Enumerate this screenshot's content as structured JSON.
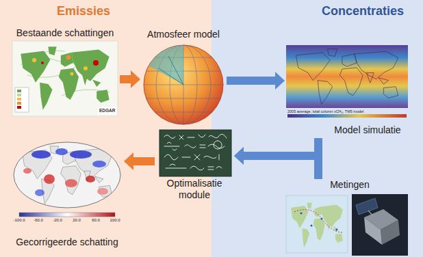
{
  "diagram": {
    "nodes": [
      {
        "text": [
          "Bestaande schattingen"
        ]
      },
      {
        "text": [
          "Atmosfeer model"
        ]
      },
      {
        "text": [
          "Model simulatie"
        ]
      },
      {
        "text": [
          "Metingen"
        ]
      },
      {
        "text": [
          "Optimalisatie module"
        ]
      },
      {
        "text": [
          "Gecorrigeerde schatting"
        ]
      }
    ],
    "edges": [
      {
        "from": 0,
        "to": 1,
        "arrow": "to"
      },
      {
        "from": 1,
        "to": 2,
        "arrow": "to"
      },
      {
        "from": 2,
        "to": 4,
        "arrow": "to"
      },
      {
        "from": 3,
        "to": 4,
        "arrow": "to"
      },
      {
        "from": 4,
        "to": 5,
        "arrow": "to"
      }
    ],
    "labels": [
      "Emissies",
      "Concentraties",
      "EDGAR",
      "2005 average, total column xCH₄, TM5 model",
      "-100.0",
      "-60.0",
      "-20.0",
      "20.0",
      "60.0",
      "100.0"
    ]
  }
}
